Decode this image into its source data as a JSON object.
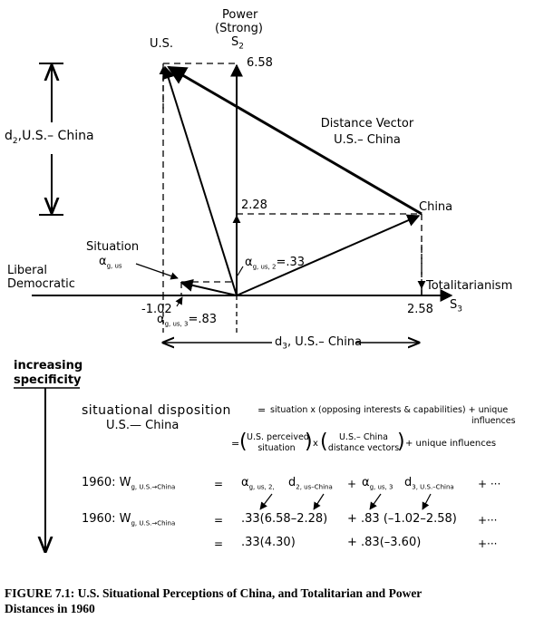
{
  "diagram": {
    "axis_power": {
      "line1": "Power",
      "line2": "(Strong)",
      "sym": "S",
      "sub": "2"
    },
    "axis_total": {
      "label": "Totalitarianism",
      "sym": "S",
      "sub": "3"
    },
    "liberal": {
      "line1": "Liberal",
      "line2": "Democratic"
    },
    "us_label": "U.S.",
    "china_label": "China",
    "val_658": "6.58",
    "val_228": "2.28",
    "val_neg102": "-1.02",
    "val_258": "2.58",
    "distance_vector": {
      "line1": "Distance Vector",
      "line2": "U.S.– China"
    },
    "d2_label": {
      "sym": "d",
      "sub": "2",
      "rest": ",U.S.– China"
    },
    "d3_label": {
      "sym": "d",
      "sub": "3",
      "rest": ", U.S.– China"
    },
    "situation": {
      "line1": "Situation",
      "sym": "α",
      "sub": "g, us"
    },
    "alpha2": {
      "sym": "α",
      "sub": "g, us, 2",
      "rest": "=.33"
    },
    "alpha3": {
      "sym": "α",
      "sub": "g, us, 3",
      "rest": "=.83"
    }
  },
  "left": {
    "line1": "increasing",
    "line2": "specificity"
  },
  "equations": {
    "row1_lhs1": "situational disposition",
    "row1_lhs2": "U.S.— China",
    "row1_eq": "=",
    "row1_rhs": "situation x (opposing interests & capabilities) + unique",
    "row1_rhs2": "influences",
    "row2_eq": "=",
    "row2_a1": "U.S. perceived",
    "row2_a2": "situation",
    "row2_x": "x",
    "row2_b1": "U.S.– China",
    "row2_b2": "distance vectors",
    "row2_tail": "+ unique influences",
    "row3_year": "1960:",
    "row3_w": "W",
    "row3_wsub": "g, U.S.→China",
    "row3_eq": "=",
    "row3_a1": "α",
    "row3_a1sub": "g, us, 2,",
    "row3_d2": "d",
    "row3_d2sub": "2, us–China",
    "row3_plus1": "+",
    "row3_a2": "α",
    "row3_a2sub": "g, us, 3",
    "row3_d3": "d",
    "row3_d3sub": "3, U.S.–China",
    "row3_tail": "+ ···",
    "row4_year": "1960:",
    "row4_w": "W",
    "row4_wsub": "g, U.S.→China",
    "row4_eq": "=",
    "row4_a": ".33(6.58–2.28)",
    "row4_b": "+ .83 (–1.02–2.58)",
    "row4_tail": "+···",
    "row5_eq": "=",
    "row5_a": ".33(4.30)",
    "row5_b": "+ .83(–3.60)",
    "row5_tail": "+···"
  },
  "caption": {
    "line1": "FIGURE 7.1:  U.S. Situational Perceptions of China, and Totalitarian and Power",
    "line2": "Distances in 1960"
  }
}
